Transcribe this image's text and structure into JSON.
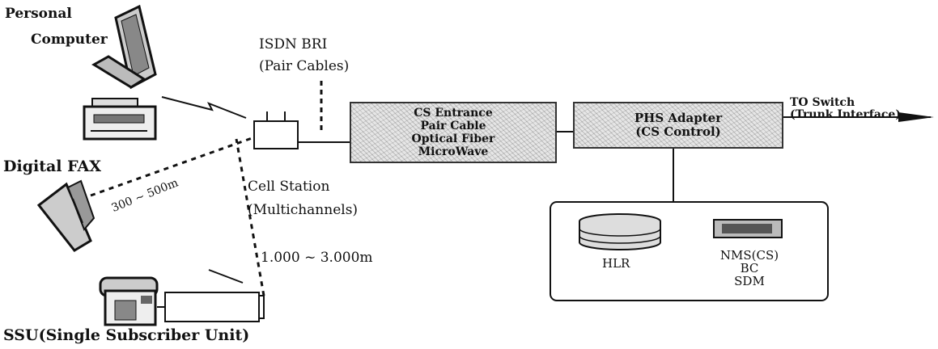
{
  "labels": {
    "personal_computer": [
      "Personal",
      "Computer"
    ],
    "digital_fax": "Digital FAX",
    "ssu": "SSU(Single Subscriber Unit)",
    "isdn": [
      "ISDN BRI",
      "(Pair Cables)"
    ],
    "cell_station": [
      "Cell Station",
      "(Multichannels)"
    ],
    "range_short": "300 ~ 500m",
    "range_long": "1.000 ~ 3.000m",
    "to_switch": [
      "TO Switch",
      "(Trunk Interface)"
    ]
  },
  "cs_box": {
    "lines": [
      "CS Entrance",
      "Pair Cable",
      "Optical Fiber",
      "MicroWave"
    ]
  },
  "phs_box": {
    "lines": [
      "PHS Adapter",
      "(CS Control)"
    ]
  },
  "bottom_box": {
    "hlr": "HLR",
    "nms": [
      "NMS(CS)",
      "BC",
      "SDM"
    ]
  },
  "colors": {
    "line": "#111111",
    "box_fill": "#e6e6e6"
  }
}
